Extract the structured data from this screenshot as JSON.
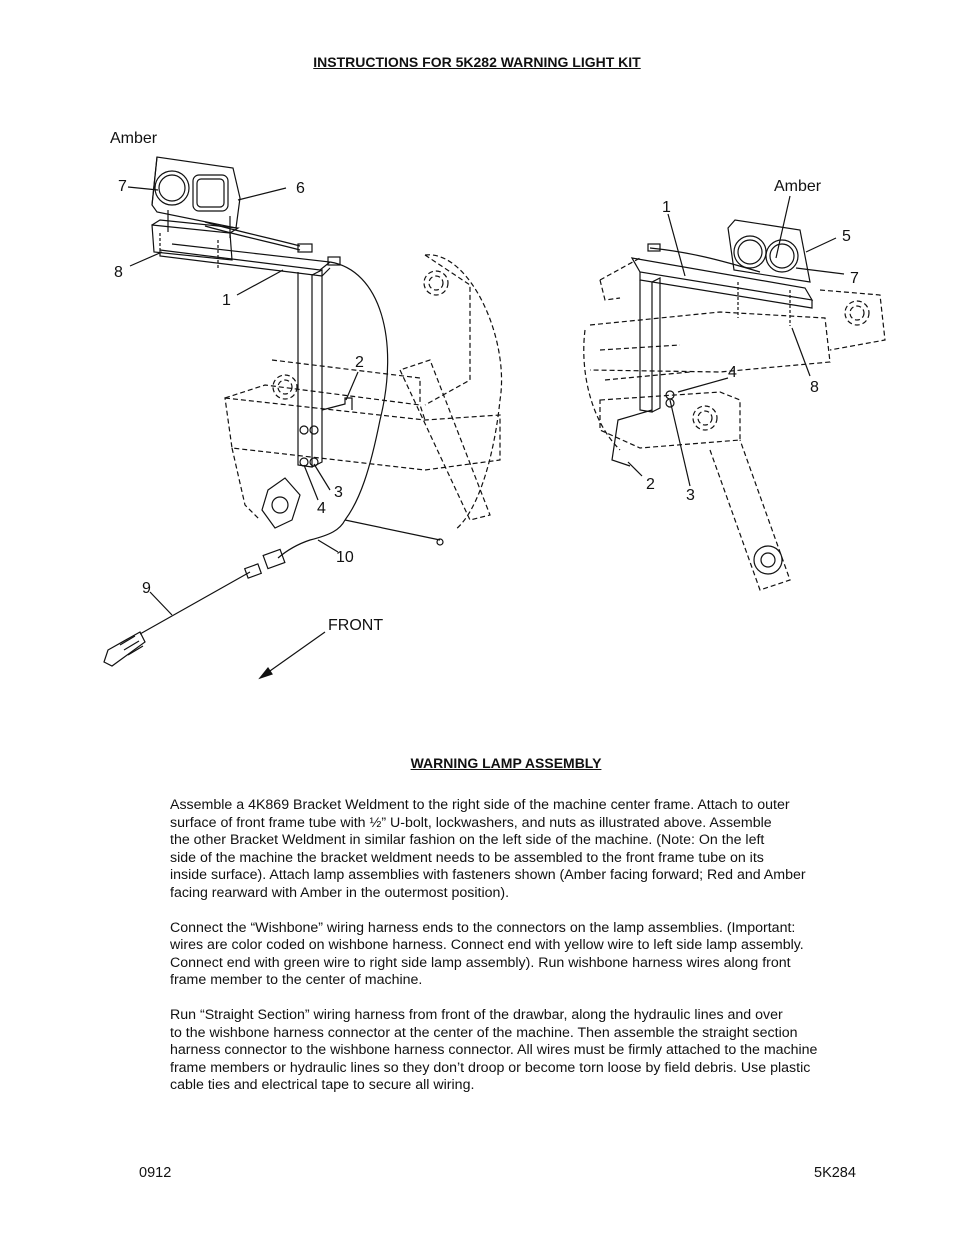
{
  "title": "INSTRUCTIONS FOR 5K282 WARNING LIGHT KIT",
  "diagram": {
    "left": {
      "amber_label": "Amber",
      "callouts": [
        "7",
        "6",
        "8",
        "1",
        "2",
        "3",
        "4",
        "10",
        "9"
      ],
      "front_label": "FRONT"
    },
    "right": {
      "amber_label": "Amber",
      "callouts": [
        "1",
        "5",
        "7",
        "4",
        "8",
        "2",
        "3"
      ]
    }
  },
  "section_heading": "WARNING LAMP ASSEMBLY",
  "paragraphs": [
    [
      "Assemble a 4K869 Bracket Weldment to the right side of the machine center frame.  Attach to outer",
      "surface of front frame tube with ½” U-bolt, lockwashers, and nuts as illustrated above.  Assemble",
      "the other Bracket Weldment in similar fashion on the left side of the machine.  (Note:  On the left",
      "side of the machine the bracket weldment needs to be assembled to the front frame tube on its",
      "inside surface).  Attach lamp assemblies with fasteners shown (Amber facing forward; Red and Amber",
      "facing rearward with Amber in the outermost position)."
    ],
    [
      "Connect the “Wishbone” wiring harness ends to the connectors on the lamp assemblies.  (Important:",
      "wires are color coded on wishbone harness.  Connect end with yellow wire to left side lamp assembly.",
      "Connect end with green wire to right side lamp assembly).  Run wishbone harness wires along front",
      "frame member to the center of machine."
    ],
    [
      "Run “Straight Section” wiring harness from front of the drawbar, along the hydraulic lines and over",
      "to the wishbone harness connector at the center of the machine.  Then assemble the straight section",
      "harness connector to the wishbone harness connector.  All wires must be firmly attached to the machine",
      "frame members or hydraulic lines so they don’t droop or become torn loose by field debris.  Use plastic",
      "cable ties and electrical tape to secure all wiring."
    ]
  ],
  "footer": {
    "left": "0912",
    "right": "5K284"
  }
}
